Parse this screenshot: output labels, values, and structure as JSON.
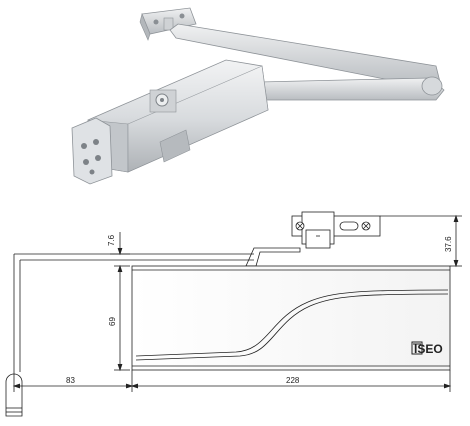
{
  "product": {
    "photo": "door-closer-photo",
    "brand_logo": "ISEO"
  },
  "dimensions": {
    "top_gap": "7.6",
    "bracket_height": "37.6",
    "body_height": "69",
    "arm_offset": "83",
    "body_length": "228"
  },
  "colors": {
    "metal_light": "#e4e6e8",
    "metal_mid": "#c9ccd0",
    "metal_dark": "#9ea3a8",
    "line": "#222222"
  }
}
